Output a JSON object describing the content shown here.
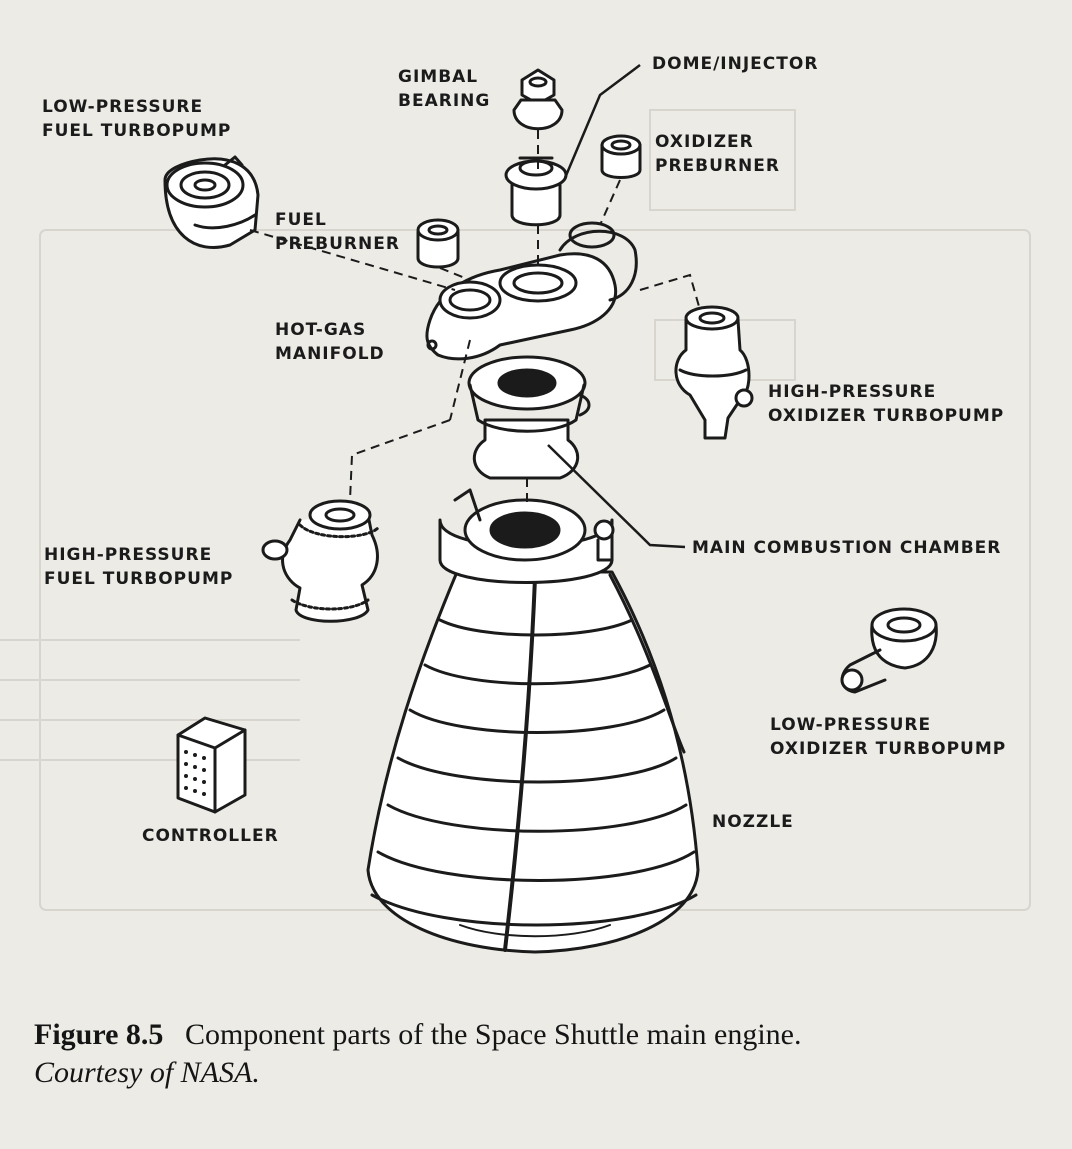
{
  "labels": {
    "gimbal_bearing": [
      "GIMBAL",
      "BEARING"
    ],
    "dome_injector": [
      "DOME/INJECTOR"
    ],
    "low_pressure_fuel_turbopump": [
      "LOW-PRESSURE",
      "FUEL TURBOPUMP"
    ],
    "oxidizer_preburner": [
      "OXIDIZER",
      "PREBURNER"
    ],
    "fuel_preburner": [
      "FUEL",
      "PREBURNER"
    ],
    "hot_gas_manifold": [
      "HOT-GAS",
      "MANIFOLD"
    ],
    "high_pressure_oxidizer_turbopump": [
      "HIGH-PRESSURE",
      "OXIDIZER TURBOPUMP"
    ],
    "high_pressure_fuel_turbopump": [
      "HIGH-PRESSURE",
      "FUEL TURBOPUMP"
    ],
    "main_combustion_chamber": [
      "MAIN COMBUSTION CHAMBER"
    ],
    "low_pressure_oxidizer_turbopump": [
      "LOW-PRESSURE",
      "OXIDIZER TURBOPUMP"
    ],
    "controller": [
      "CONTROLLER"
    ],
    "nozzle": [
      "NOZZLE"
    ]
  },
  "caption": {
    "number": "Figure 8.5",
    "text": "Component parts of the Space Shuttle main engine.",
    "credit": "Courtesy of NASA."
  },
  "colors": {
    "paper": "#ecebe6",
    "ink": "#1b1b1b",
    "ghost": "#cfcdc6"
  }
}
